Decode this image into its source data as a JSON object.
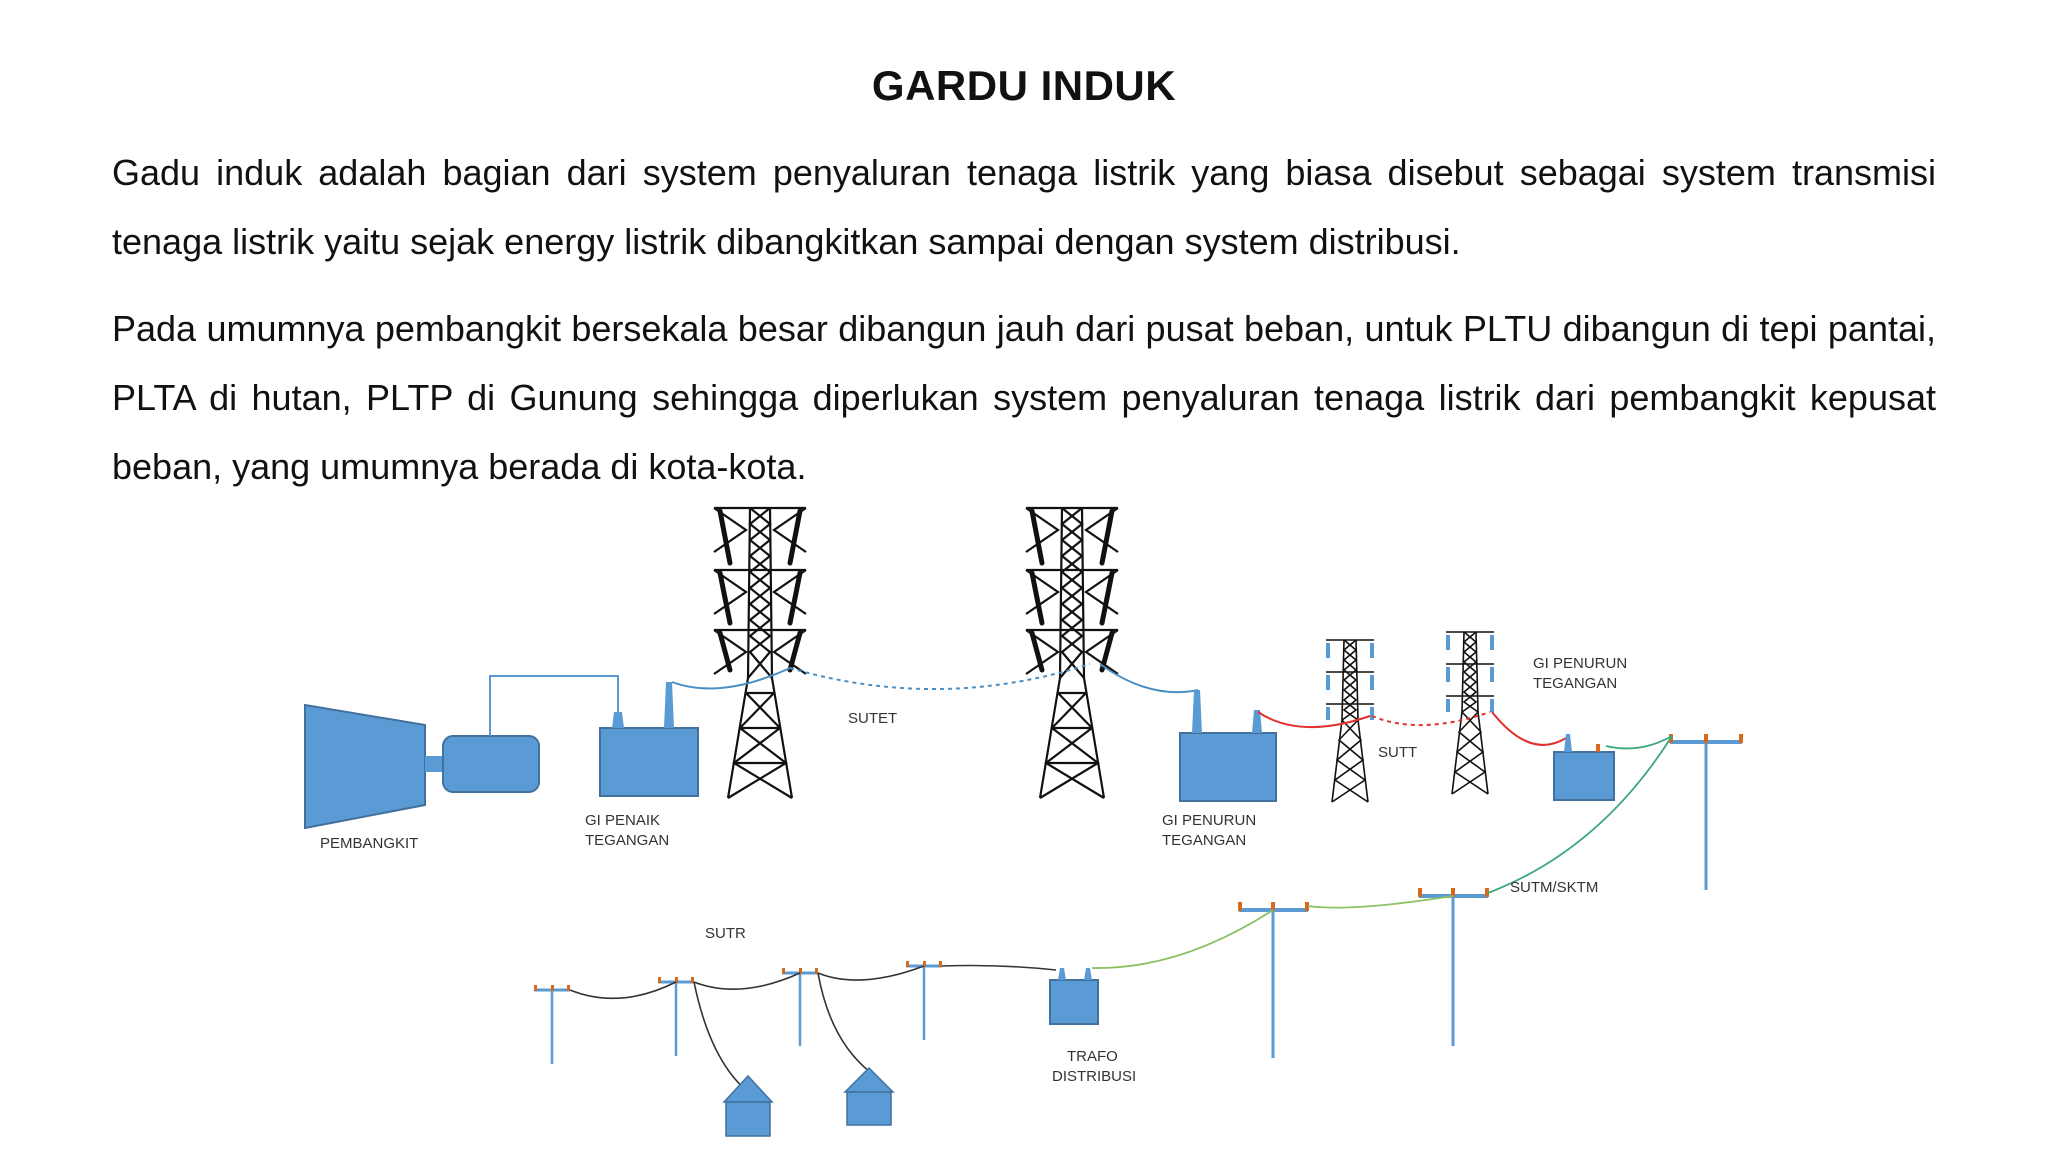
{
  "title": "GARDU INDUK",
  "paragraphs": [
    "Gadu induk adalah bagian dari system penyaluran tenaga listrik yang biasa disebut sebagai system transmisi tenaga listrik yaitu  sejak energy listrik dibangkitkan sampai dengan system distribusi.",
    "Pada umumnya pembangkit bersekala besar dibangun jauh dari pusat beban, untuk PLTU dibangun di tepi pantai, PLTA di hutan, PLTP di Gunung sehingga diperlukan system penyaluran tenaga listrik dari pembangkit kepusat beban, yang umumnya berada di kota-kota."
  ],
  "diagram": {
    "labels": {
      "pembangkit": "PEMBANGKIT",
      "gi_penaik_1": "GI PENAIK",
      "gi_penaik_2": "TEGANGAN",
      "sutet": "SUTET",
      "gi_penurun_a_1": "GI PENURUN",
      "gi_penurun_a_2": "TEGANGAN",
      "sutt": "SUTT",
      "gi_penurun_b_1": "GI PENURUN",
      "gi_penurun_b_2": "TEGANGAN",
      "sutm": "SUTM/SKTM",
      "sutr": "SUTR",
      "trafo_1": "TRAFO",
      "trafo_2": "DISTRIBUSI"
    },
    "colors": {
      "equipment": "#5b9bd5",
      "equipment_stroke": "#41719c",
      "sutet_line": "#4a8fc4",
      "sutt_line": "#e03030",
      "sutm_line": "#3aa878",
      "sutm_line_2": "#8cc063",
      "sutr_line": "#333333",
      "insulator": "#d66a1e",
      "tower": "#111111"
    }
  }
}
